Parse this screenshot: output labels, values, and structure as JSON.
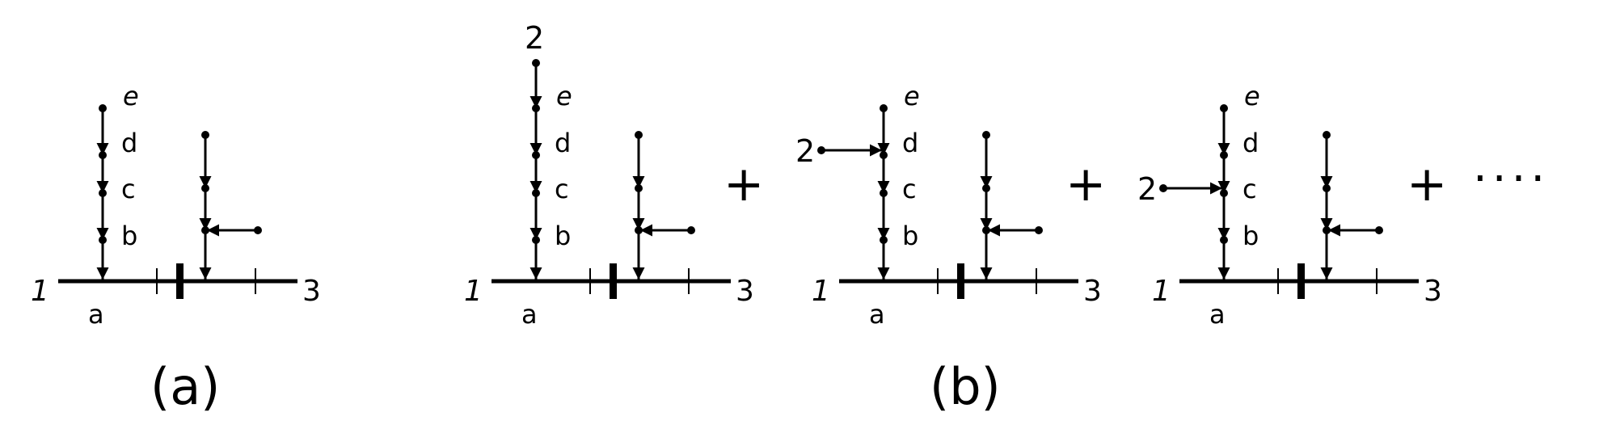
{
  "captions": {
    "a": "(a)",
    "b": "(b)"
  },
  "endpoint_labels": {
    "left": "1",
    "right": "3",
    "top": "2"
  },
  "vertex_label": "a",
  "branch_labels": {
    "e": "e",
    "d": "d",
    "c": "c",
    "b": "b"
  },
  "operators": {
    "plus": "+",
    "ellipsis": "····"
  },
  "colors": {
    "ink": "#000000",
    "background": "#ffffff"
  }
}
